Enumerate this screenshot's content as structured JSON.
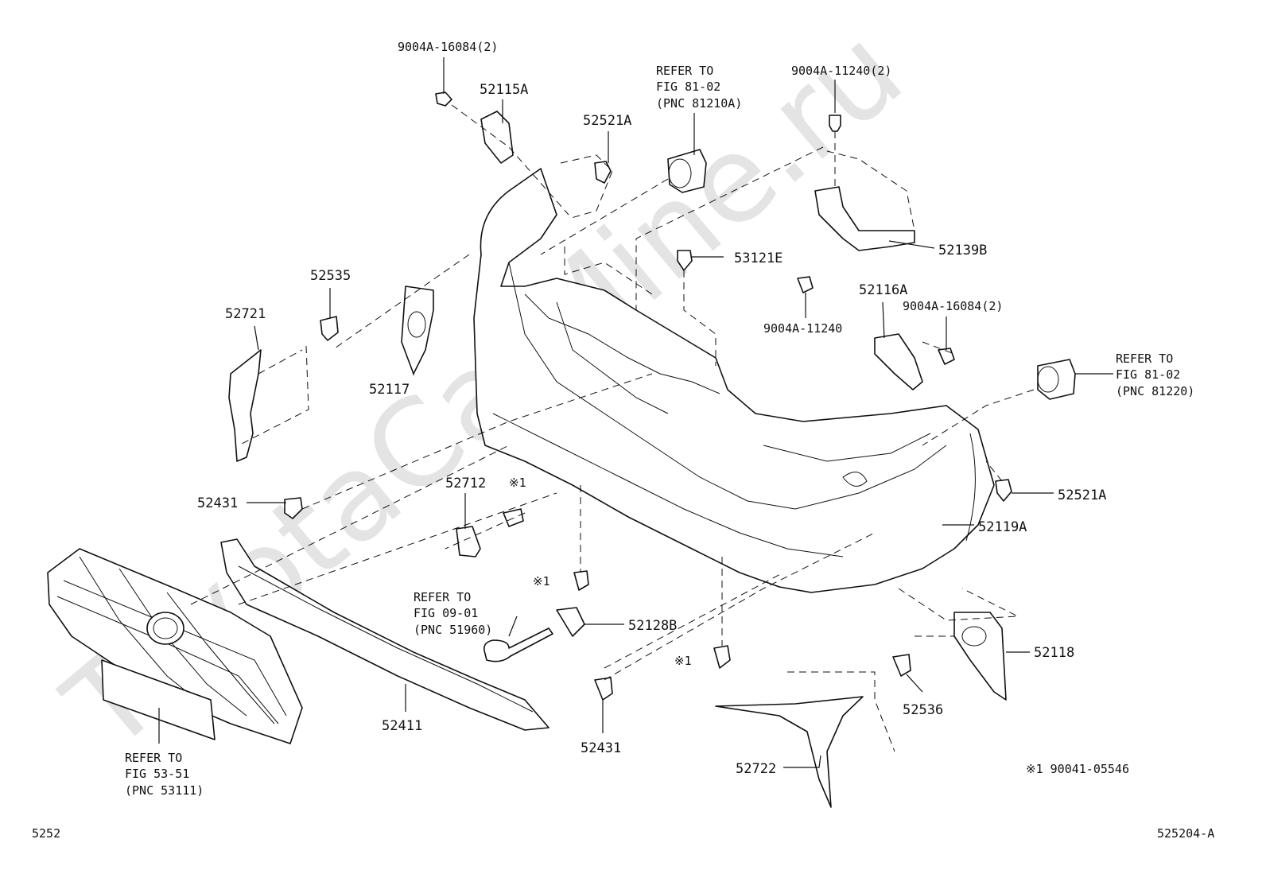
{
  "watermark": "ToyotaCarMine.ru",
  "labels": {
    "bolt_top_left": "9004A-16084(2)",
    "p52115A": "52115A",
    "p52521A_top": "52521A",
    "refer_top_1": "REFER TO",
    "refer_top_2": "FIG 81-02",
    "refer_top_3": "(PNC 81210A)",
    "bolt_top_right": "9004A-11240(2)",
    "p53121E": "53121E",
    "p52139B": "52139B",
    "p52535": "52535",
    "p52721": "52721",
    "p52117": "52117",
    "bolt_mid_right": "9004A-11240",
    "p52116A": "52116A",
    "bolt_mid_right2": "9004A-16084(2)",
    "refer_right_1": "REFER TO",
    "refer_right_2": "FIG 81-02",
    "refer_right_3": "(PNC 81220)",
    "p52521A_right": "52521A",
    "p52119A": "52119A",
    "p52431_left": "52431",
    "p52712": "52712",
    "mark1_a": "※1",
    "mark1_b": "※1",
    "mark1_c": "※1",
    "refer_mid_1": "REFER TO",
    "refer_mid_2": "FIG 09-01",
    "refer_mid_3": "(PNC 51960)",
    "p52128B": "52128B",
    "p52118": "52118",
    "p52536": "52536",
    "p52411": "52411",
    "p52431_bottom": "52431",
    "refer_bottom_1": "REFER TO",
    "refer_bottom_2": "FIG 53-51",
    "refer_bottom_3": "(PNC 53111)",
    "p52722": "52722",
    "footnote": "※1 90041-05546",
    "page_left": "5252",
    "page_right": "525204-A"
  }
}
